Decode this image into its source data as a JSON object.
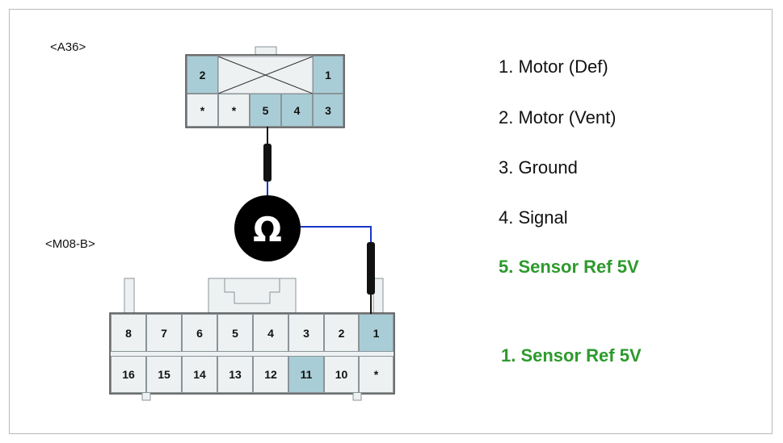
{
  "connectors": {
    "a36": {
      "label": "<A36>",
      "pins": [
        {
          "id": "a36-pin-2",
          "text": "2",
          "highlight": true
        },
        {
          "id": "a36-pin-1",
          "text": "1",
          "highlight": true
        },
        {
          "id": "a36-pin-star-1",
          "text": "*",
          "highlight": false
        },
        {
          "id": "a36-pin-star-2",
          "text": "*",
          "highlight": false
        },
        {
          "id": "a36-pin-5",
          "text": "5",
          "highlight": true
        },
        {
          "id": "a36-pin-4",
          "text": "4",
          "highlight": true
        },
        {
          "id": "a36-pin-3",
          "text": "3",
          "highlight": true
        }
      ]
    },
    "m08b": {
      "label": "<M08-B>",
      "top_row": [
        "8",
        "7",
        "6",
        "5",
        "4",
        "3",
        "2",
        "1"
      ],
      "bottom_row": [
        "16",
        "15",
        "14",
        "13",
        "12",
        "11",
        "10",
        "*"
      ],
      "highlighted": [
        "1",
        "11"
      ]
    }
  },
  "meter": {
    "symbol": "Ω",
    "icon": "ohmmeter-icon"
  },
  "legend": {
    "a36_items": [
      "1. Motor (Def)",
      "2. Motor (Vent)",
      "3. Ground",
      "4. Signal",
      "5. Sensor Ref 5V"
    ],
    "m08b_items": [
      "1. Sensor Ref 5V"
    ]
  },
  "colors": {
    "highlight_pin": "#a9cdd6",
    "wire": "#1a36c8",
    "legend_highlight": "#2c9a2c"
  }
}
